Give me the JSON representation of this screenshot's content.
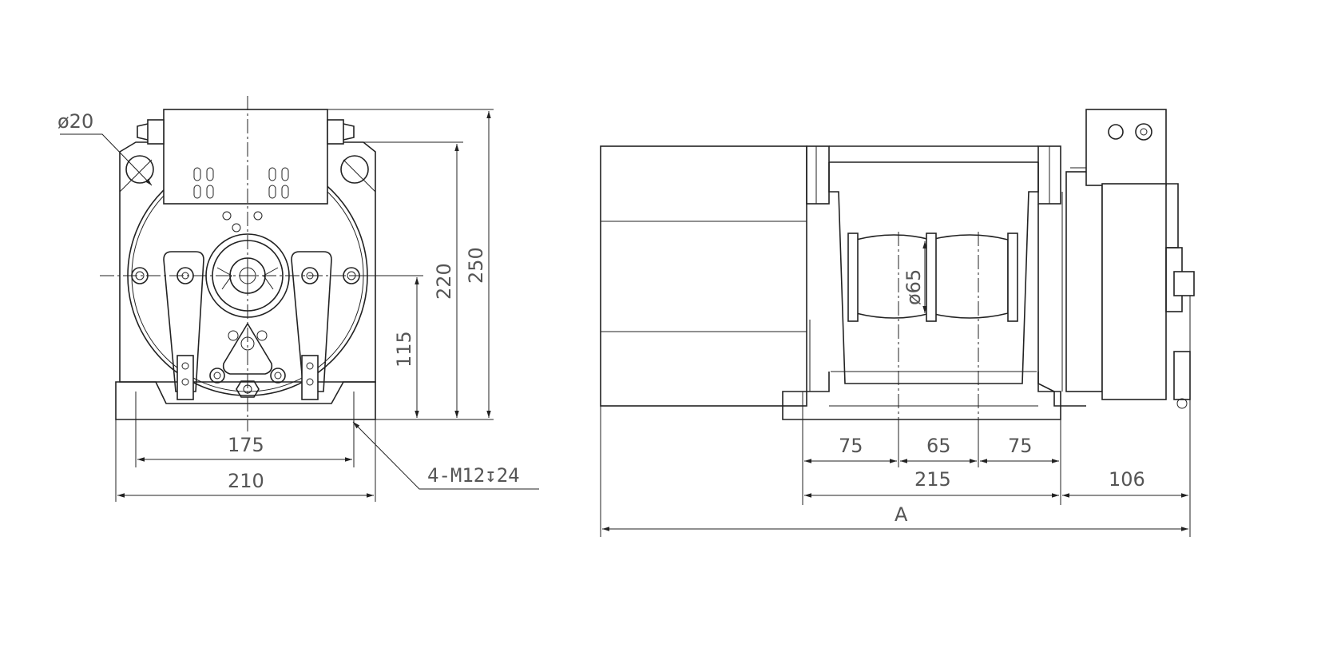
{
  "dimensions": {
    "hole_diameter": "ø20",
    "height_total": "250",
    "height_base": "220",
    "shaft_height": "115",
    "mount_spacing": "175",
    "width": "210",
    "mount_thread": "4-M12↧24",
    "drum_diameter": "ø65",
    "drum_seg_left": "75",
    "drum_seg_mid": "65",
    "drum_seg_right": "75",
    "drum_span": "215",
    "brake_offset": "106",
    "overall_length": "A"
  }
}
